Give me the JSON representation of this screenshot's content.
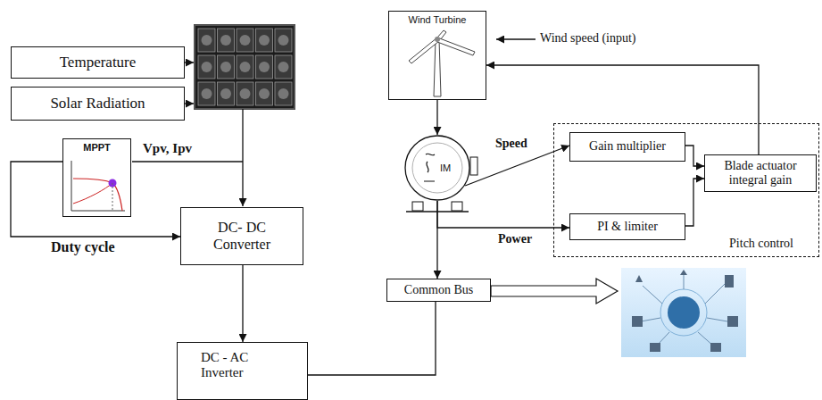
{
  "diagram": {
    "nodes": [
      {
        "text": [
          "Temperature"
        ]
      },
      {
        "text": [
          "Solar Radiation"
        ]
      },
      {
        "text": [
          "MPPT"
        ]
      },
      {
        "text": [
          "DC- DC Converter"
        ]
      },
      {
        "text": [
          "DC - AC Inverter"
        ]
      },
      {
        "text": [
          "Wind Turbine"
        ]
      },
      {
        "text": [
          "IM"
        ]
      },
      {
        "text": [
          "Pitch control"
        ]
      },
      {
        "text": [
          "Gain multiplier"
        ],
        "in": 7
      },
      {
        "text": [
          "PI & limiter"
        ],
        "in": 7
      },
      {
        "text": [
          "Blade actuator integral gain"
        ],
        "in": 7
      },
      {
        "text": [
          "Common Bus"
        ]
      }
    ],
    "edges": [
      {
        "from": 2,
        "to": 3,
        "arrow": "to",
        "label": "Duty cycle"
      },
      {
        "from": 3,
        "to": 4,
        "arrow": "to"
      },
      {
        "from": 4,
        "to": 11,
        "arrow": "none"
      },
      {
        "from": 5,
        "to": 6,
        "arrow": "to"
      },
      {
        "from": 6,
        "to": 11,
        "arrow": "to"
      },
      {
        "from": 6,
        "to": 8,
        "arrow": "to",
        "label": "Speed"
      },
      {
        "from": 6,
        "to": 9,
        "arrow": "to",
        "label": "Power"
      },
      {
        "from": 8,
        "to": 10,
        "arrow": "to"
      },
      {
        "from": 9,
        "to": 10,
        "arrow": "to"
      },
      {
        "from": 10,
        "to": 5,
        "arrow": "to"
      }
    ],
    "labels": [
      "Wind speed (input)",
      "Vpv, Ipv"
    ]
  }
}
